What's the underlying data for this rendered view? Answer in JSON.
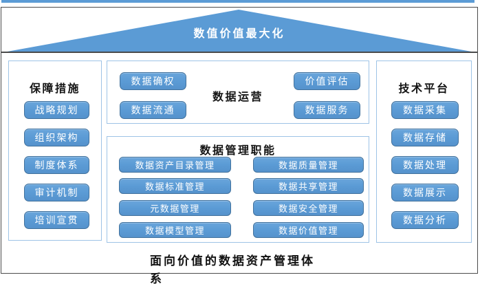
{
  "colors": {
    "accent_blue": "#5B9BD5",
    "pill_border": "#41719C",
    "panel_border": "#9DC3E6",
    "frame_border": "#4a4a4a",
    "roof_text": "#ffffff",
    "title_text": "#141414"
  },
  "roof": {
    "label": "数值价值最大化"
  },
  "panels": {
    "safeguards": {
      "title": "保障措施",
      "items": [
        "战略规划",
        "组织架构",
        "制度体系",
        "审计机制",
        "培训宣贯"
      ]
    },
    "operations": {
      "title": "数据运营",
      "items_left": [
        "数据确权",
        "数据流通"
      ],
      "items_right": [
        "价值评估",
        "数据服务"
      ]
    },
    "management": {
      "title": "数据管理职能",
      "items_left": [
        "数据资产目录管理",
        "数据标准管理",
        "元数据管理",
        "数据模型管理"
      ],
      "items_right": [
        "数据质量管理",
        "数据共享管理",
        "数据安全管理",
        "数据价值管理"
      ]
    },
    "platform": {
      "title": "技术平台",
      "items": [
        "数据采集",
        "数据存储",
        "数据处理",
        "数据展示",
        "数据分析"
      ]
    }
  },
  "caption": {
    "text": "面向价值的数据资产管理体系",
    "lines": [
      "面向价值的数据资产管理体",
      "系"
    ]
  }
}
